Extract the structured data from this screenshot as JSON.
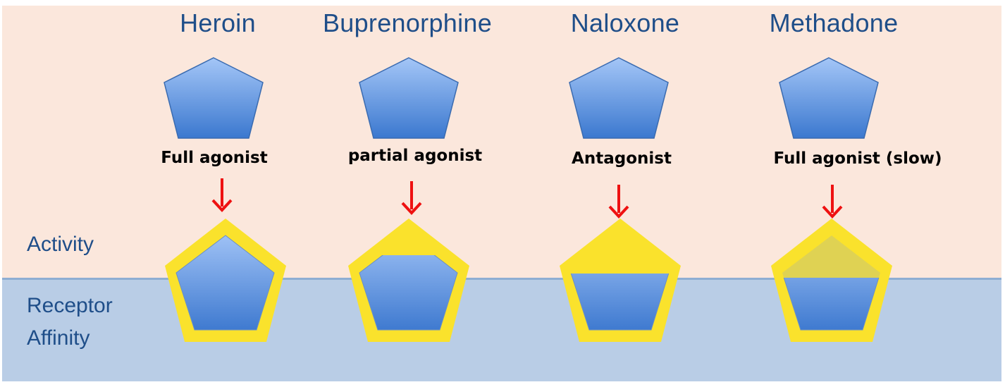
{
  "drugs": [
    {
      "name": "Heroin",
      "action": "Full agonist"
    },
    {
      "name": "Buprenorphine",
      "action": "partial agonist"
    },
    {
      "name": "Naloxone",
      "action": "Antagonist"
    },
    {
      "name": "Methadone",
      "action": "Full agonist (slow)"
    }
  ],
  "side_labels": {
    "activity": "Activity",
    "receptor_line1": "Receptor",
    "receptor_line2": "Affinity"
  },
  "colors": {
    "top_band": "#fbe7dc",
    "bottom_band": "#b9cde6",
    "drug_text": "#1f4e89",
    "pentagon_light": "#9dc0f5",
    "pentagon_dark": "#3f7bd0",
    "receptor_yellow": "#fae22c",
    "arrow_red": "#ee1111"
  }
}
